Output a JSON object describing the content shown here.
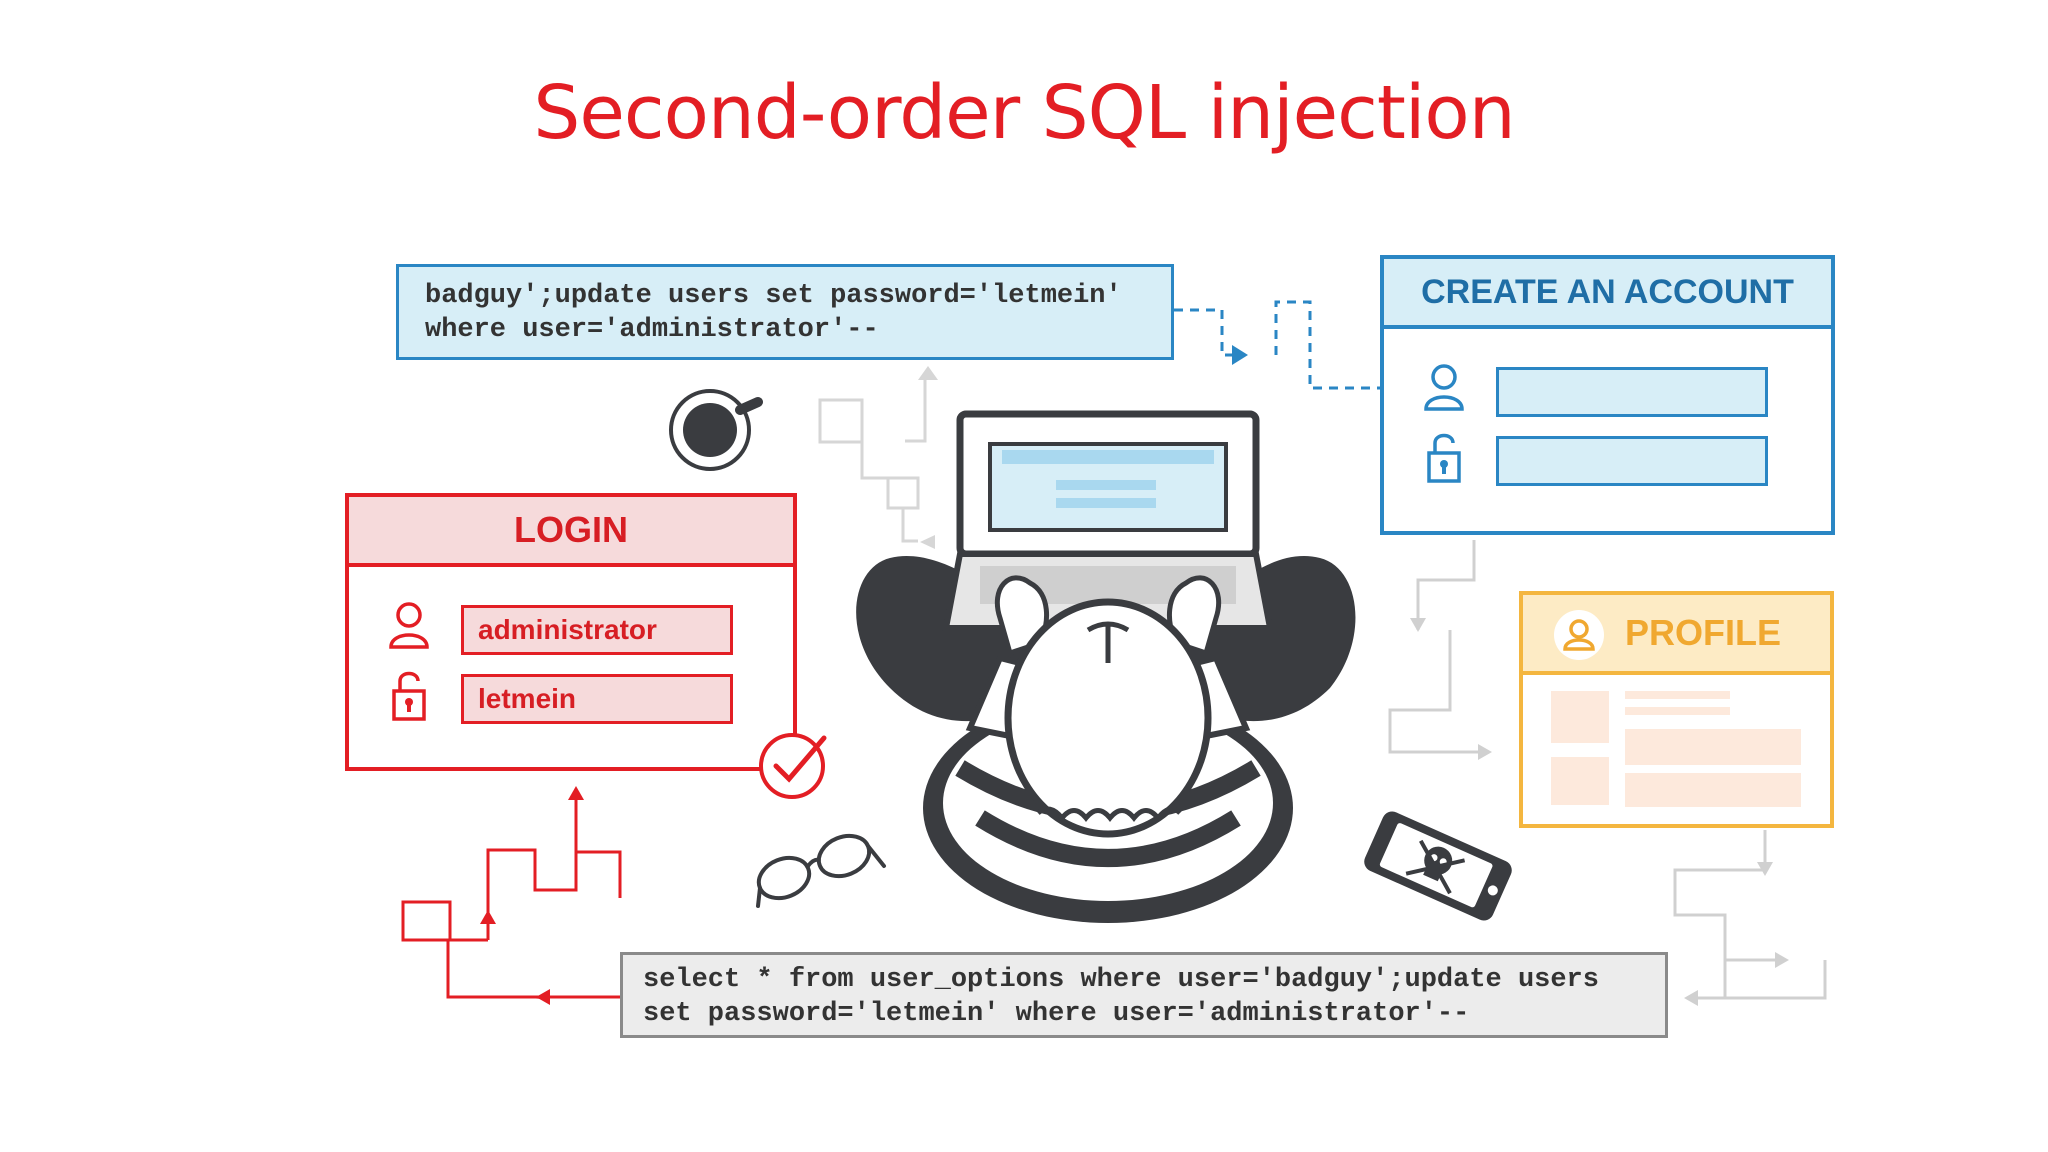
{
  "title": "Second-order SQL injection",
  "top_code": {
    "line1": "badguy';update users set password='letmein'",
    "line2": "where user='administrator'--"
  },
  "bottom_code": {
    "line1": "select * from user_options where user='badguy';update users",
    "line2": "set password='letmein' where user='administrator'--"
  },
  "login": {
    "header": "LOGIN",
    "username_value": "administrator",
    "password_value": "letmein"
  },
  "create_account": {
    "header": "CREATE AN ACCOUNT",
    "username_value": "",
    "password_value": ""
  },
  "profile": {
    "header": "PROFILE"
  },
  "colors": {
    "title_red": "#e31e24",
    "login_red": "#e31e24",
    "account_blue": "#2a86c4",
    "profile_orange": "#f4b63f",
    "figure_dark": "#3a3c40"
  },
  "icons": [
    "user-icon",
    "lock-icon",
    "checkmark-icon",
    "coffee-cup-icon",
    "glasses-icon",
    "skull-phone-icon",
    "laptop-icon"
  ]
}
